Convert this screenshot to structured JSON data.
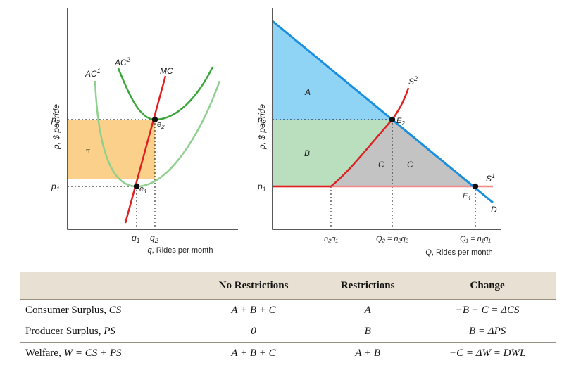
{
  "left_panel": {
    "y_axis_label": "p, $ per ride",
    "x_axis_label": "q, Rides per month",
    "labels": {
      "ac1": "AC",
      "ac1_sup": "1",
      "ac2": "AC",
      "ac2_sup": "2",
      "mc": "MC",
      "p2": "p",
      "p2_sub": "2",
      "p1": "p",
      "p1_sub": "1",
      "q1": "q",
      "q1_sub": "1",
      "q2": "q",
      "q2_sub": "2",
      "e1": "e",
      "e1_sub": "1",
      "e2": "e",
      "e2_sub": "2",
      "profit": "π"
    },
    "colors": {
      "ac1": "#8fd08f",
      "ac2": "#3aa63a",
      "mc": "#e02020",
      "profit": "#fbd08a"
    }
  },
  "right_panel": {
    "y_axis_label": "p, $ per ride",
    "x_axis_label": "Q, Rides per month",
    "labels": {
      "p2": "p",
      "p2_sub": "2",
      "p1": "p",
      "p1_sub": "1",
      "s2": "S",
      "s2_sup": "2",
      "s1": "S",
      "s1_sup": "1",
      "d": "D",
      "e2": "E",
      "e2_sub": "2",
      "e1": "E",
      "e1_sub": "1",
      "area_a": "A",
      "area_b": "B",
      "area_c_left": "C",
      "area_c_right": "C",
      "tick_n2q1": "n₂q₁",
      "tick_q2": "Q₂ = n₂q₂",
      "tick_q1": "Q₁ = n₁q₁"
    },
    "colors": {
      "a": "#8fd3f5",
      "b": "#b9dfbf",
      "c": "#c3c3c3",
      "demand": "#1a8fe0",
      "s2": "#e02020",
      "s1": "#f08a8a"
    }
  },
  "table": {
    "headers": [
      "",
      "No Restrictions",
      "Restrictions",
      "Change"
    ],
    "rows": [
      {
        "label": "Consumer Surplus, ",
        "label_sym": "CS",
        "no_restrictions": "A + B + C",
        "restrictions": "A",
        "change": "−B − C = ΔCS"
      },
      {
        "label": "Producer Surplus, ",
        "label_sym": "PS",
        "no_restrictions": "0",
        "restrictions": "B",
        "change": "B = ΔPS"
      },
      {
        "label": "Welfare, ",
        "label_sym": "W = CS + PS",
        "no_restrictions": "A + B + C",
        "restrictions": "A + B",
        "change": "−C = ΔW = DWL"
      }
    ]
  }
}
